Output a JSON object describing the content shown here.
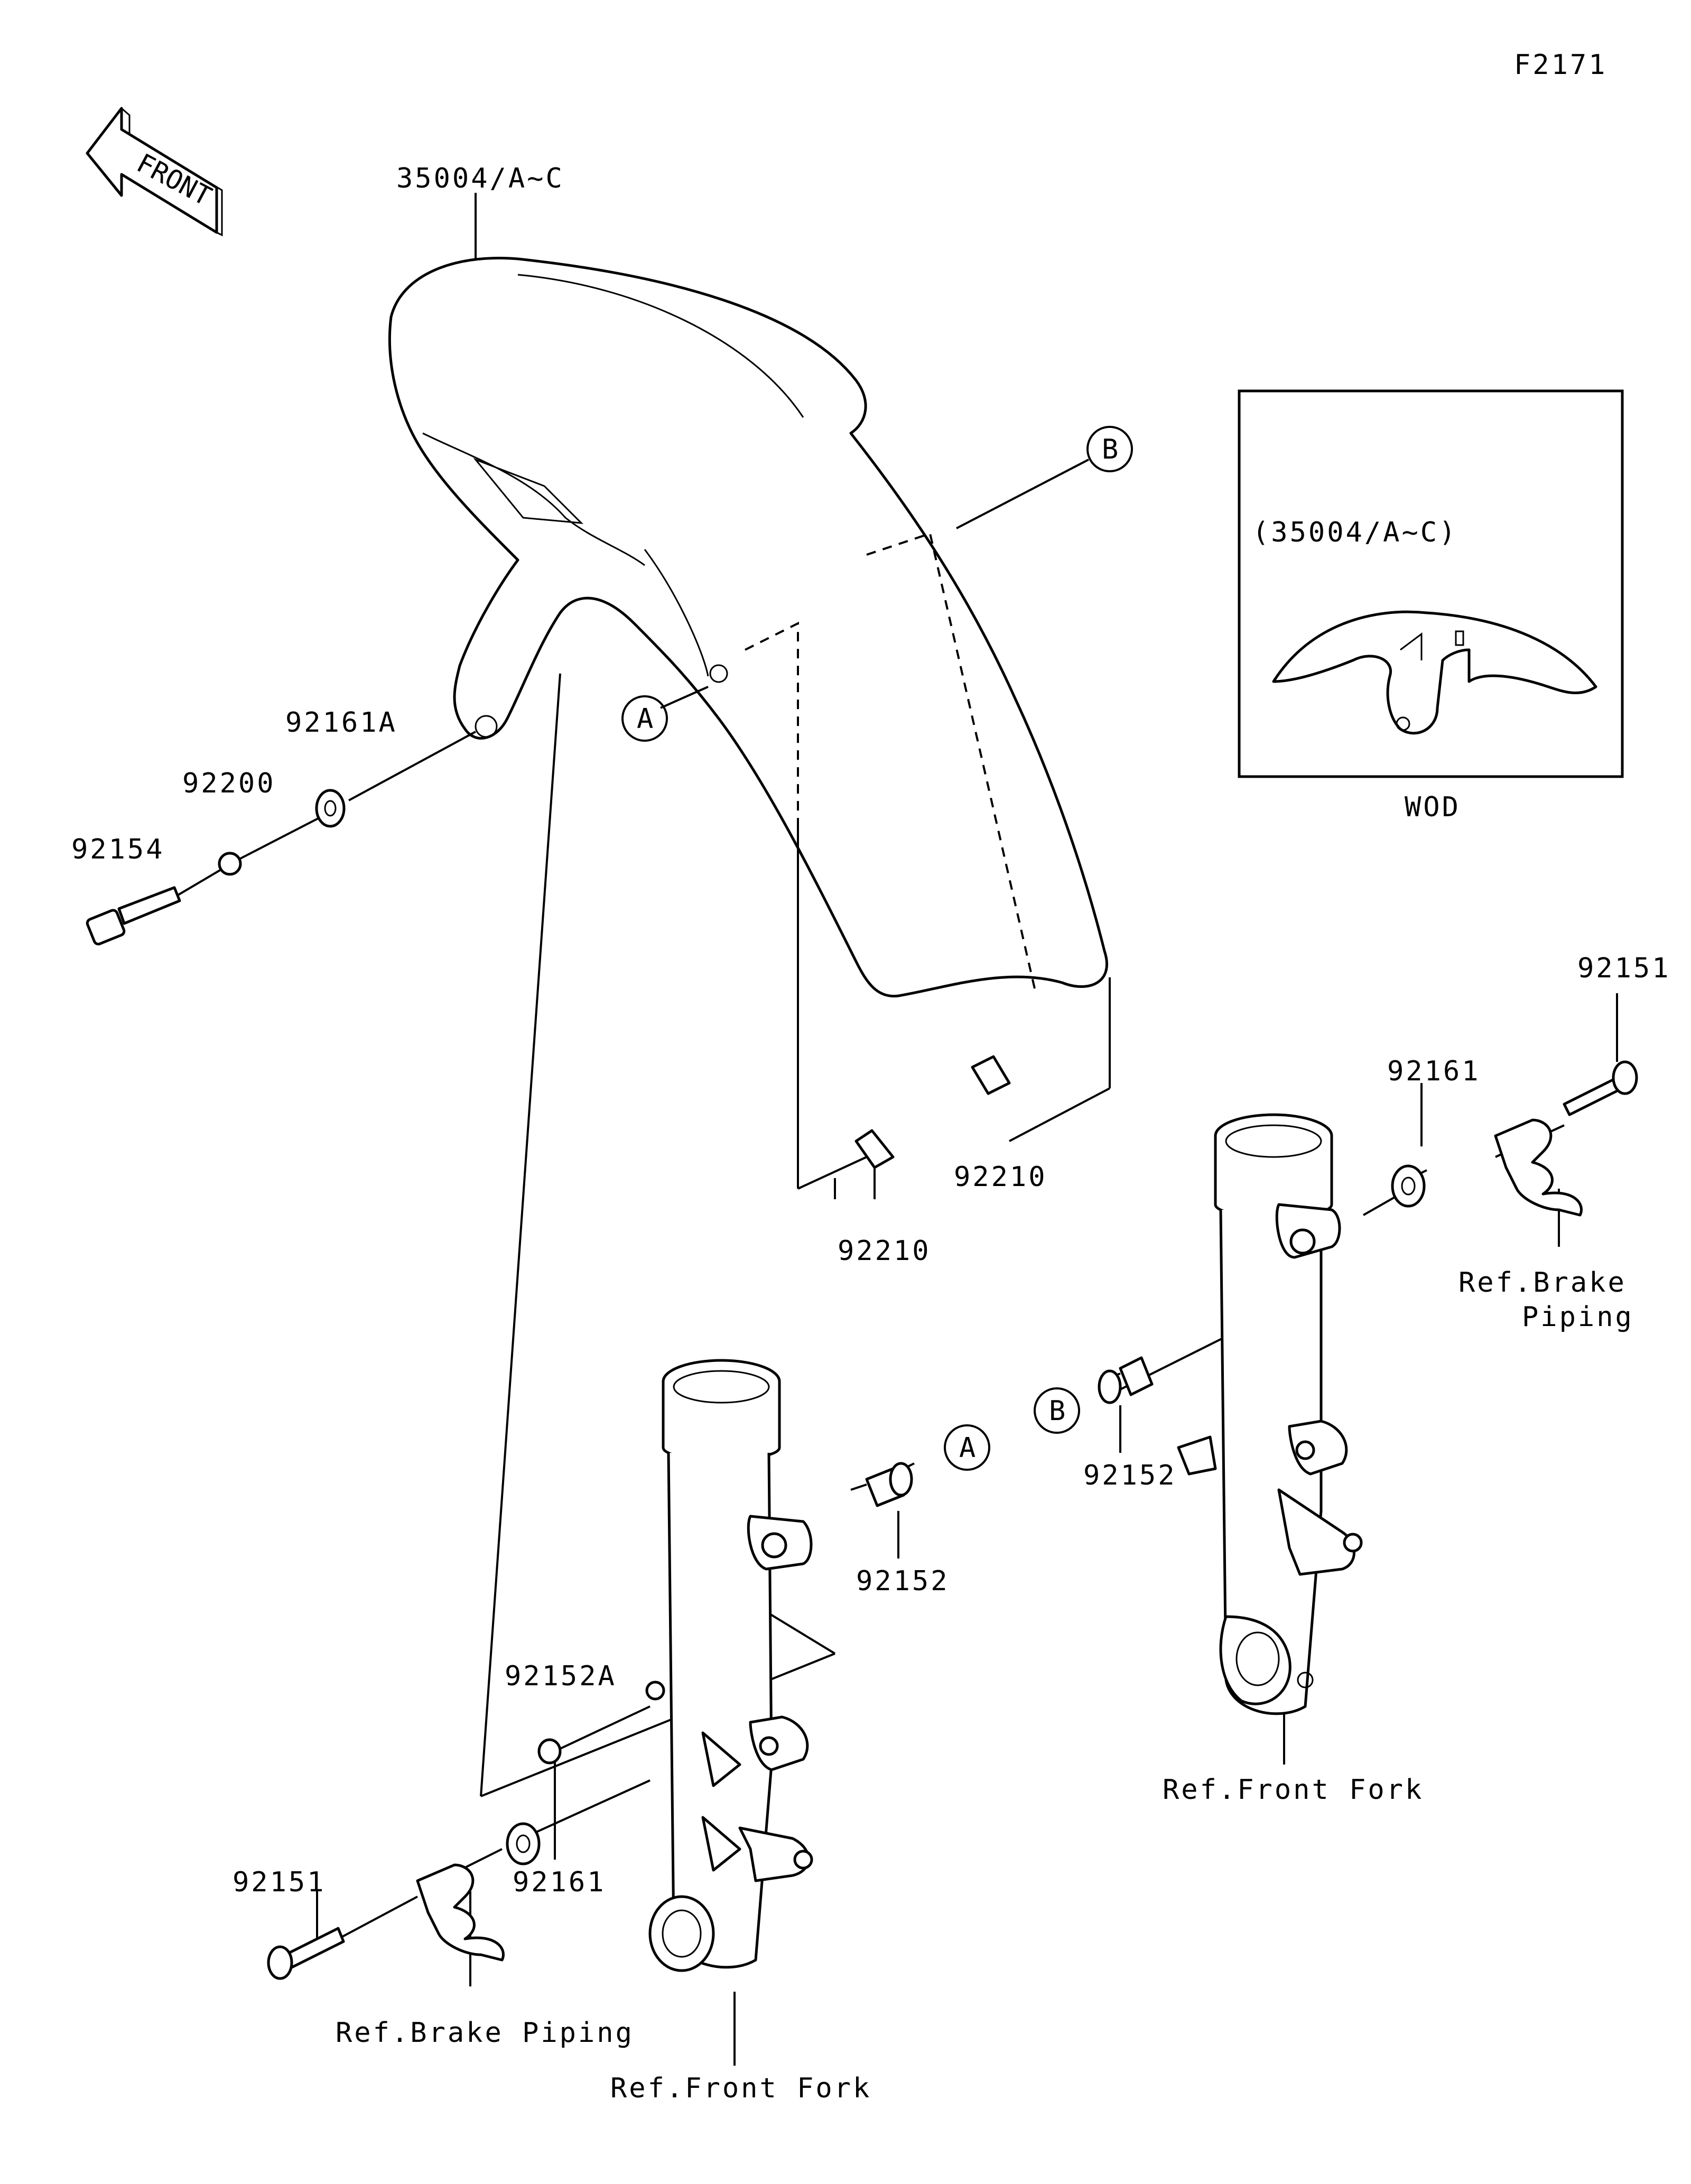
{
  "figure_code": "F2171",
  "front_arrow_text": "FRONT",
  "callouts": {
    "fender": "35004/A~C",
    "collar_a": "92161A",
    "washer": "92200",
    "bolt": "92154",
    "clip_upper": "92210",
    "clip_lower": "92210",
    "bolt_right": "92151",
    "collar_right": "92161",
    "bolt_b": "92152",
    "bolt_a": "92152",
    "plug": "92152A",
    "bolt_left": "92151",
    "collar_left": "92161"
  },
  "ref_texts": {
    "brake_piping_right_line1": "Ref.Brake",
    "brake_piping_right_line2": "Piping",
    "front_fork_right": "Ref.Front Fork",
    "brake_piping_left": "Ref.Brake Piping",
    "front_fork_left": "Ref.Front Fork"
  },
  "markers": {
    "a_fender": "A",
    "b_fender": "B",
    "a_fork": "A",
    "b_fork": "B"
  },
  "inset": {
    "title": "(35004/A~C)",
    "caption": "WOD"
  }
}
